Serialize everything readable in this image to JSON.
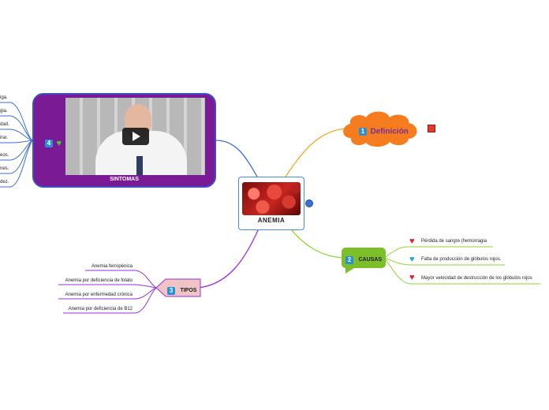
{
  "central": {
    "title": "ANEMIA",
    "image": "red-blood-cells"
  },
  "definicion": {
    "number": "1",
    "label": "Definición"
  },
  "causas": {
    "number": "2",
    "label": "CAUSAS",
    "items": [
      {
        "icon": "red-heart",
        "text": "Pérdida de sangre (hemorragia"
      },
      {
        "icon": "blue-heart",
        "text": "Falta de producción de glóbulos rojos."
      },
      {
        "icon": "red-heart",
        "text": "Mayor velocidad de destrucción de los glóbulos rojos"
      }
    ]
  },
  "tipos": {
    "number": "3",
    "label": "TIPOS",
    "items": [
      "Anemia ferropénica",
      "Anemia por deficiencia de folato",
      "Anemia por enfermedad crónica",
      "Anemia por deficiencia de B12"
    ]
  },
  "sintomas": {
    "number": "4",
    "label": "SINTOMAS",
    "items": [
      "iga.",
      "gia.",
      "dad.",
      "irar.",
      "eos.",
      "nes.",
      "dez."
    ]
  },
  "colors": {
    "definicion_cloud": "#f57c1f",
    "definicion_text": "#7a2d8f",
    "causas_fill": "#7cbf2a",
    "causas_line": "#8fd633",
    "tipos_fill": "#f0c4c4",
    "tipos_line": "#9b30d9",
    "sintomas_fill": "#7a1a95",
    "sintomas_line": "#3d6fd6"
  }
}
